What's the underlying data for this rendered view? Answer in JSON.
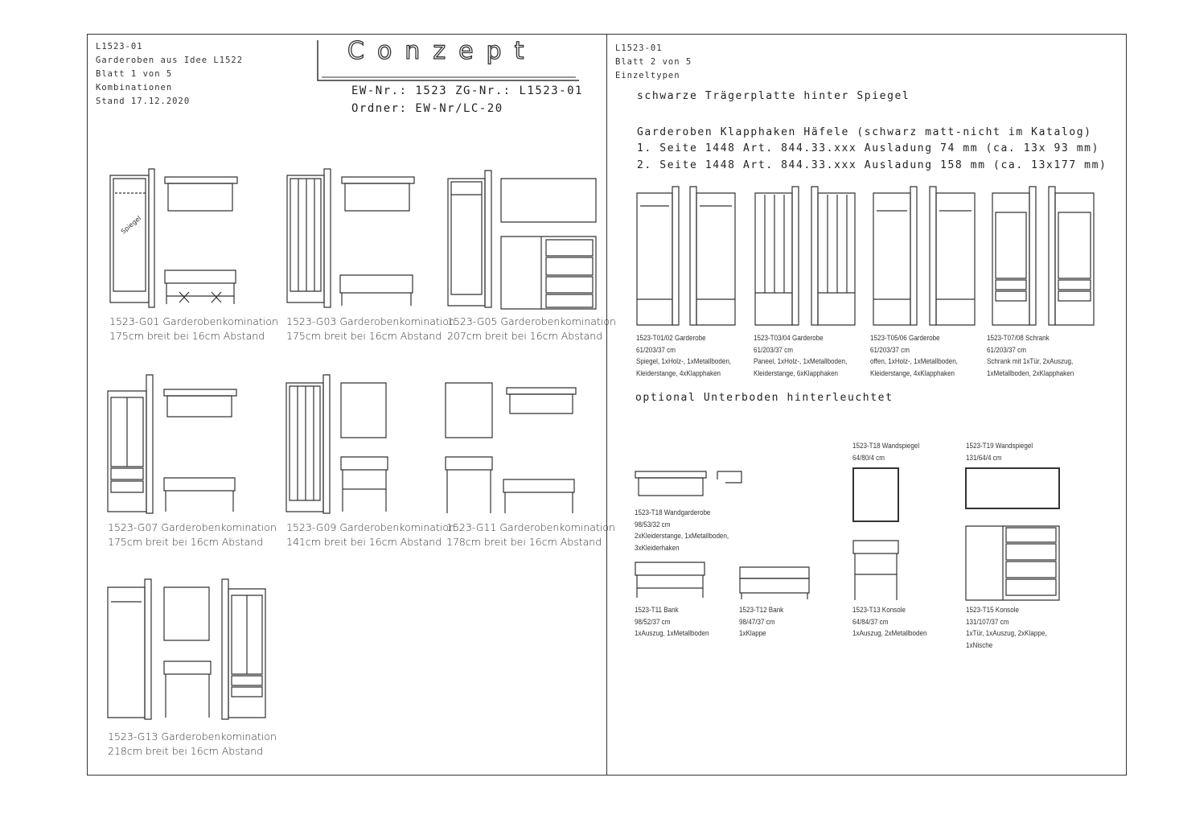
{
  "sheet1": {
    "header": [
      "L1523-01",
      "Garderoben aus Idee L1522",
      "Blatt 1 von 5",
      "Kombinationen",
      "Stand 17.12.2020"
    ],
    "logo": "Conzept",
    "ew_line": "EW-Nr.: 1523   ZG-Nr.: L1523-01",
    "ordner_line": "Ordner: EW-Nr/LC-20",
    "items": [
      {
        "line1": "1523-G01 Garderobenkomination",
        "line2": "175cm breit bei 16cm Abstand"
      },
      {
        "line1": "1523-G03 Garderobenkomination",
        "line2": "175cm breit bei 16cm Abstand"
      },
      {
        "line1": "1523-G05 Garderobenkomination",
        "line2": "207cm breit bei 16cm Abstand"
      },
      {
        "line1": "1523-G07 Garderobenkomination",
        "line2": "175cm breit bei 16cm Abstand"
      },
      {
        "line1": "1523-G09 Garderobenkomination",
        "line2": "141cm breit bei 16cm Abstand"
      },
      {
        "line1": "1523-G11 Garderobenkomination",
        "line2": "178cm breit bei 16cm Abstand"
      },
      {
        "line1": "1523-G13 Garderobenkomination",
        "line2": "218cm breit bei 16cm Abstand"
      }
    ],
    "mirror_label": "Spiegel"
  },
  "sheet2": {
    "header": [
      "L1523-01",
      "Blatt 2 von 5",
      "Einzeltypen"
    ],
    "note1": "schwarze Trägerplatte hinter Spiegel",
    "note2": "Garderoben Klapphaken Häfele (schwarz matt-nicht im Katalog)",
    "note3": "1. Seite 1448 Art. 844.33.xxx Ausladung  74 mm (ca. 13x 93 mm)",
    "note4": "2. Seite 1448 Art. 844.33.xxx Ausladung 158 mm (ca. 13x177 mm)",
    "note5": "optional Unterboden hinterleuchtet",
    "types": [
      {
        "l1": "1523-T01/02 Garderobe",
        "l2": "61/203/37 cm",
        "l3": "Spiegel, 1xHolz-, 1xMetallboden,",
        "l4": "Kleiderstange, 4xKlapphaken"
      },
      {
        "l1": "1523-T03/04 Garderobe",
        "l2": "61/203/37 cm",
        "l3": "Paneel, 1xHolz-, 1xMetallboden,",
        "l4": "Kleiderstange, 6xKlapphaken"
      },
      {
        "l1": "1523-T05/06 Garderobe",
        "l2": "61/203/37 cm",
        "l3": "offen, 1xHolz-, 1xMetallboden,",
        "l4": "Kleiderstange, 4xKlapphaken"
      },
      {
        "l1": "1523-T07/08 Schrank",
        "l2": "61/203/37 cm",
        "l3": "Schrank mit 1xTür, 2xAuszug,",
        "l4": "1xMetallboden, 2xKlapphaken"
      }
    ],
    "t18": {
      "l1": "1523-T18 Wandgarderobe",
      "l2": "98/53/32 cm",
      "l3": "2xKleiderstange, 1xMetallboden,",
      "l4": "3xKleiderhaken"
    },
    "t18m": {
      "l1": "1523-T18 Wandspiegel",
      "l2": "64/80/4 cm"
    },
    "t19": {
      "l1": "1523-T19 Wandspiegel",
      "l2": "131/64/4 cm"
    },
    "t11": {
      "l1": "1523-T11 Bank",
      "l2": "98/52/37 cm",
      "l3": "1xAuszug, 1xMetallboden"
    },
    "t12": {
      "l1": "1523-T12 Bank",
      "l2": "98/47/37 cm",
      "l3": "1xKlappe"
    },
    "t13": {
      "l1": "1523-T13 Konsole",
      "l2": "64/84/37 cm",
      "l3": "1xAuszug, 2xMetallboden"
    },
    "t15": {
      "l1": "1523-T15 Konsole",
      "l2": "131/107/37 cm",
      "l3": "1xTür, 1xAuszug, 2xKlappe,",
      "l4": "1xNische"
    }
  }
}
